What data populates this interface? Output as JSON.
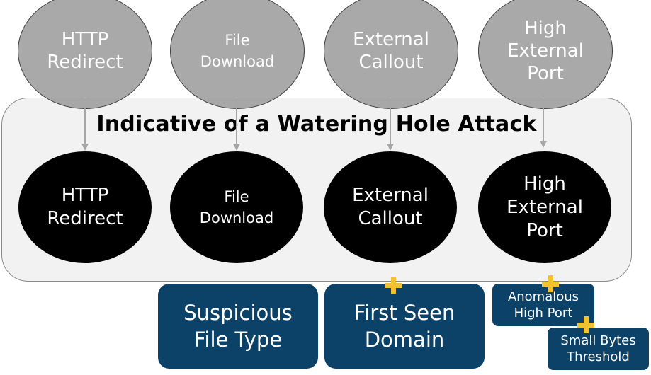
{
  "title": "Indicative of a Watering Hole Attack",
  "top_nodes": [
    {
      "label": "HTTP\nRedirect"
    },
    {
      "label": "File\nDownload"
    },
    {
      "label": "External\nCallout"
    },
    {
      "label": "High\nExternal\nPort"
    }
  ],
  "inner_nodes": [
    {
      "label": "HTTP\nRedirect"
    },
    {
      "label": "File\nDownload"
    },
    {
      "label": "External\nCallout"
    },
    {
      "label": "High\nExternal\nPort"
    }
  ],
  "qualifiers": [
    {
      "label": "Suspicious\nFile Type"
    },
    {
      "label": "First Seen\nDomain"
    },
    {
      "label": "Anomalous\nHigh Port"
    },
    {
      "label": "Small Bytes\nThreshold"
    }
  ],
  "colors": {
    "panel": "#f2f2f2",
    "gray_node": "#969696",
    "inner_node": "#000000",
    "qualifier_box": "#0c4267",
    "plus": "#f1c232",
    "arrow": "#a6a6a6"
  }
}
